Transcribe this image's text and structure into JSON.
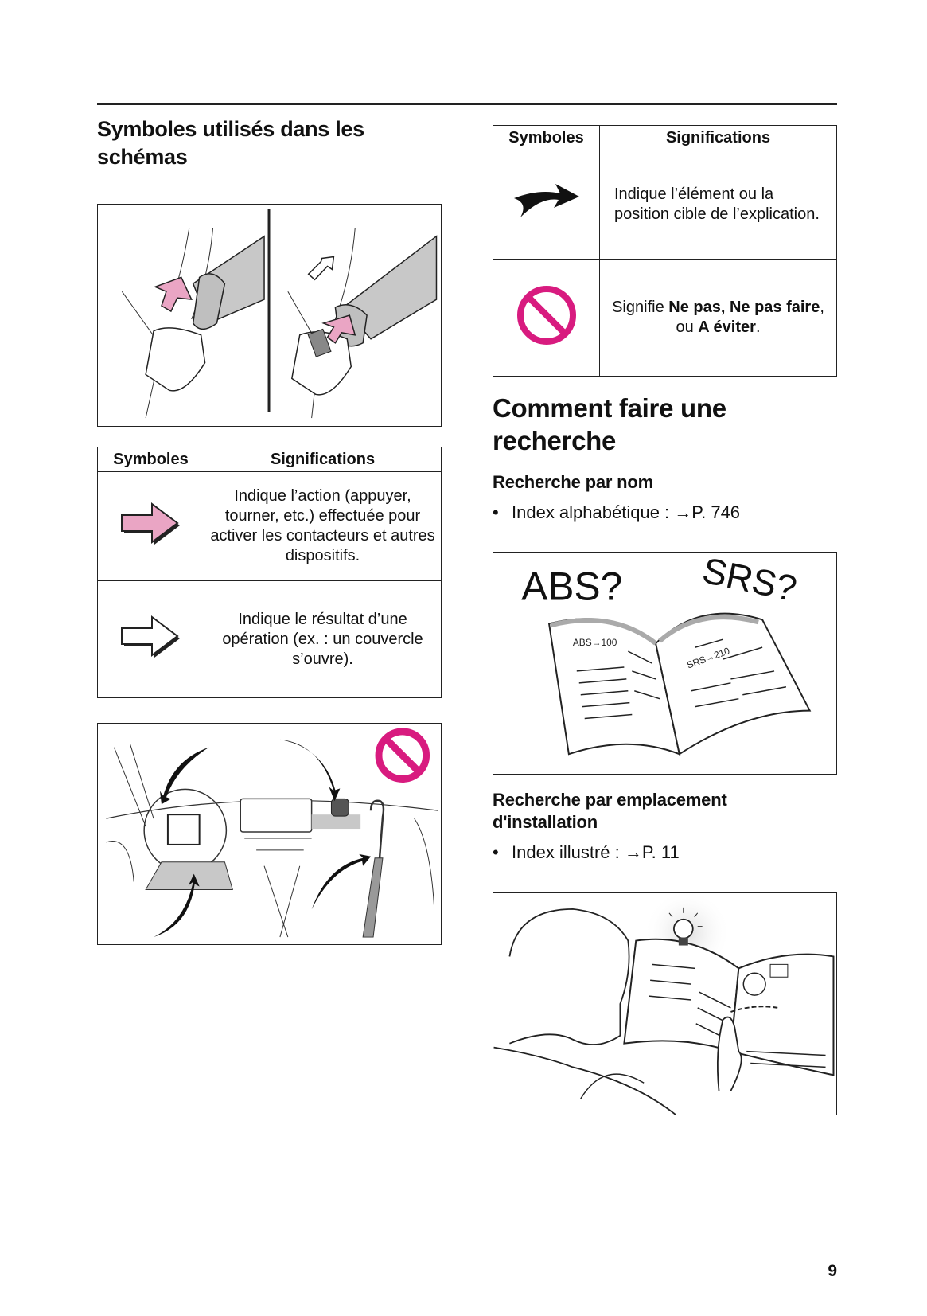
{
  "left": {
    "section_title_line1": "Symboles utilisés dans les",
    "section_title_line2": "schémas",
    "figure_seatbelt_alt": "Seat belt buckle illustration with action and result arrows",
    "table": {
      "headers": [
        "Symboles",
        "Significations"
      ],
      "rows": [
        {
          "icon": "pink-action-arrow-icon",
          "text": "Indique l’action (appuyer, tourner, etc.) effectuée pour activer les contacteurs et autres dispositifs."
        },
        {
          "icon": "white-result-arrow-icon",
          "text": "Indique le résultat d’une opération (ex. : un couvercle s’ouvre)."
        }
      ]
    },
    "figure_dashboard_alt": "Dashboard illustration with curved arrows and prohibition symbol"
  },
  "right": {
    "table": {
      "headers": [
        "Symboles",
        "Significations"
      ],
      "rows": [
        {
          "icon": "curved-black-arrow-icon",
          "text": "Indique l’élément ou la position cible de l’explication."
        },
        {
          "icon": "prohibition-icon",
          "text_parts": [
            {
              "t": "Signifie ",
              "bold": false
            },
            {
              "t": "Ne pas, Ne pas faire",
              "bold": true
            },
            {
              "t": ", ou ",
              "bold": false
            },
            {
              "t": "A éviter",
              "bold": true
            },
            {
              "t": ".",
              "bold": false
            }
          ]
        }
      ]
    },
    "search_title_line1": "Comment faire une",
    "search_title_line2": "recherche",
    "by_name": {
      "heading": "Recherche par nom",
      "bullet_dot": "•",
      "bullet_text": "Index alphabétique : →P. 746"
    },
    "book_figure": {
      "labels": [
        "ABS?",
        "SRS?"
      ],
      "page_refs": [
        "ABS→100",
        "SRS→210"
      ]
    },
    "by_location": {
      "heading_line1": "Recherche par emplacement",
      "heading_line2": "d'installation",
      "bullet_dot": "•",
      "bullet_text": "Index illustré : →P. 11"
    },
    "reader_figure_alt": "Person reading illustrated index with light bulb"
  },
  "page_number": "9",
  "colors": {
    "accent_magenta": "#d81b7f",
    "action_pink": "#eaa5c4",
    "illustration_gray": "#c8c8c8",
    "rule": "#222222"
  }
}
